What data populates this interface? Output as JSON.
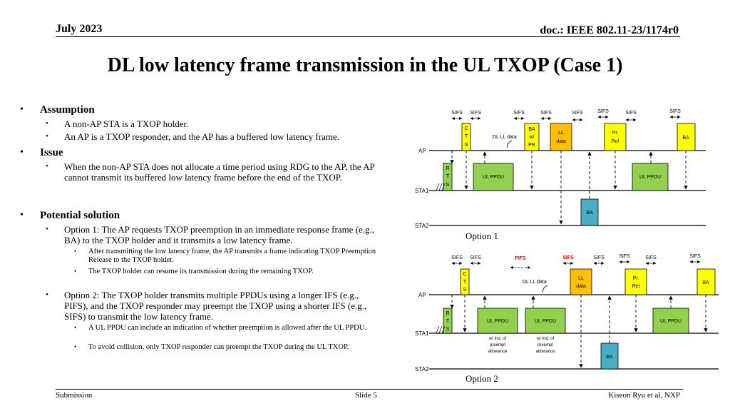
{
  "header": {
    "date": "July 2023",
    "doc": "doc.: IEEE 802.11-23/1174r0"
  },
  "title": "DL low latency frame transmission in the UL TXOP (Case 1)",
  "body": {
    "assumption_heading": "Assumption",
    "assumption_items": [
      "A non-AP STA is a TXOP holder.",
      "An AP is a TXOP responder, and the AP has a buffered low latency frame."
    ],
    "issue_heading": "Issue",
    "issue_items": [
      "When the non-AP STA does not allocate a time period using RDG to the AP, the AP cannot transmit its buffered low latency frame before the end of the TXOP."
    ],
    "solution_heading": "Potential solution",
    "option1_text": "Option 1: The AP requests TXOP preemption in an immediate response frame (e.g., BA) to the TXOP holder and it transmits a low latency frame.",
    "option1_sub": [
      "After transmitting the low latency frame, the AP transmits a frame indicating TXOP Preemption Release to the TXOP holder.",
      "The TXOP holder can resume its transmission during the remaining TXOP."
    ],
    "option2_text": "Option 2: The TXOP holder transmits multiple PPDUs using a longer IFS (e.g., PIFS), and the TXOP responder may preempt the TXOP using a shorter IFS (e.g., SIFS) to transmit the low latency frame.",
    "option2_sub": [
      "A UL PPDU can include an indication of whether preemption is allowed after the UL PPDU.",
      "To avoid collision, only TXOP responder can preempt the TXOP during the UL TXOP."
    ]
  },
  "diagram1": {
    "caption": "Option 1",
    "row_labels": [
      "AP",
      "STA1",
      "STA2"
    ],
    "ifs_labels": [
      "SIFS",
      "SIFS",
      "SIFS",
      "SIFS",
      "SIFS",
      "SIFS",
      "SIFS",
      "SIFS"
    ],
    "rts": [
      "R",
      "T",
      "S"
    ],
    "cts": [
      "C",
      "T",
      "S"
    ],
    "ul_ppdu": "UL PPDU",
    "ul_ppdu2": "UL PPDU",
    "dl_ll_label": "DL LL data",
    "ba_pr": [
      "BA",
      "w/",
      "PR"
    ],
    "ll_data": [
      "LL",
      "data"
    ],
    "pr_rel": [
      "Pr.",
      "Rel"
    ],
    "ba": "BA",
    "ba_sta2": "BA"
  },
  "diagram2": {
    "caption": "Option 2",
    "row_labels": [
      "AP",
      "STA1",
      "STA2"
    ],
    "ifs_labels": [
      "SIFS",
      "SIFS",
      "PIFS",
      "SIFS",
      "SIFS",
      "SIFS",
      "SIFS",
      "SIFS"
    ],
    "rts": [
      "R",
      "T",
      "S"
    ],
    "cts": [
      "C",
      "T",
      "S"
    ],
    "ul_ppdu": "UL PPDU",
    "ul_ppdu_b": "UL PPDU",
    "ul_ppdu_c": "UL PPDU",
    "dl_ll_label": "DL LL data",
    "ll_data": [
      "LL",
      "data"
    ],
    "pr_rel": [
      "Pr.",
      "Rel"
    ],
    "ba": "BA",
    "ba_sta2": "BA",
    "preempt_note1": [
      "w/ Ind. of",
      "preempt",
      "allowance"
    ],
    "preempt_note2": [
      "w/ Ind. of",
      "preempt",
      "allowance"
    ]
  },
  "colors": {
    "yellow": "#ffff00",
    "green": "#92d050",
    "orange": "#ffc000",
    "blue": "#4bacc6",
    "red": "#ff0000"
  },
  "footer": {
    "left": "Submission",
    "center": "Slide 5",
    "right": "Kiseon Ryu et al, NXP"
  }
}
